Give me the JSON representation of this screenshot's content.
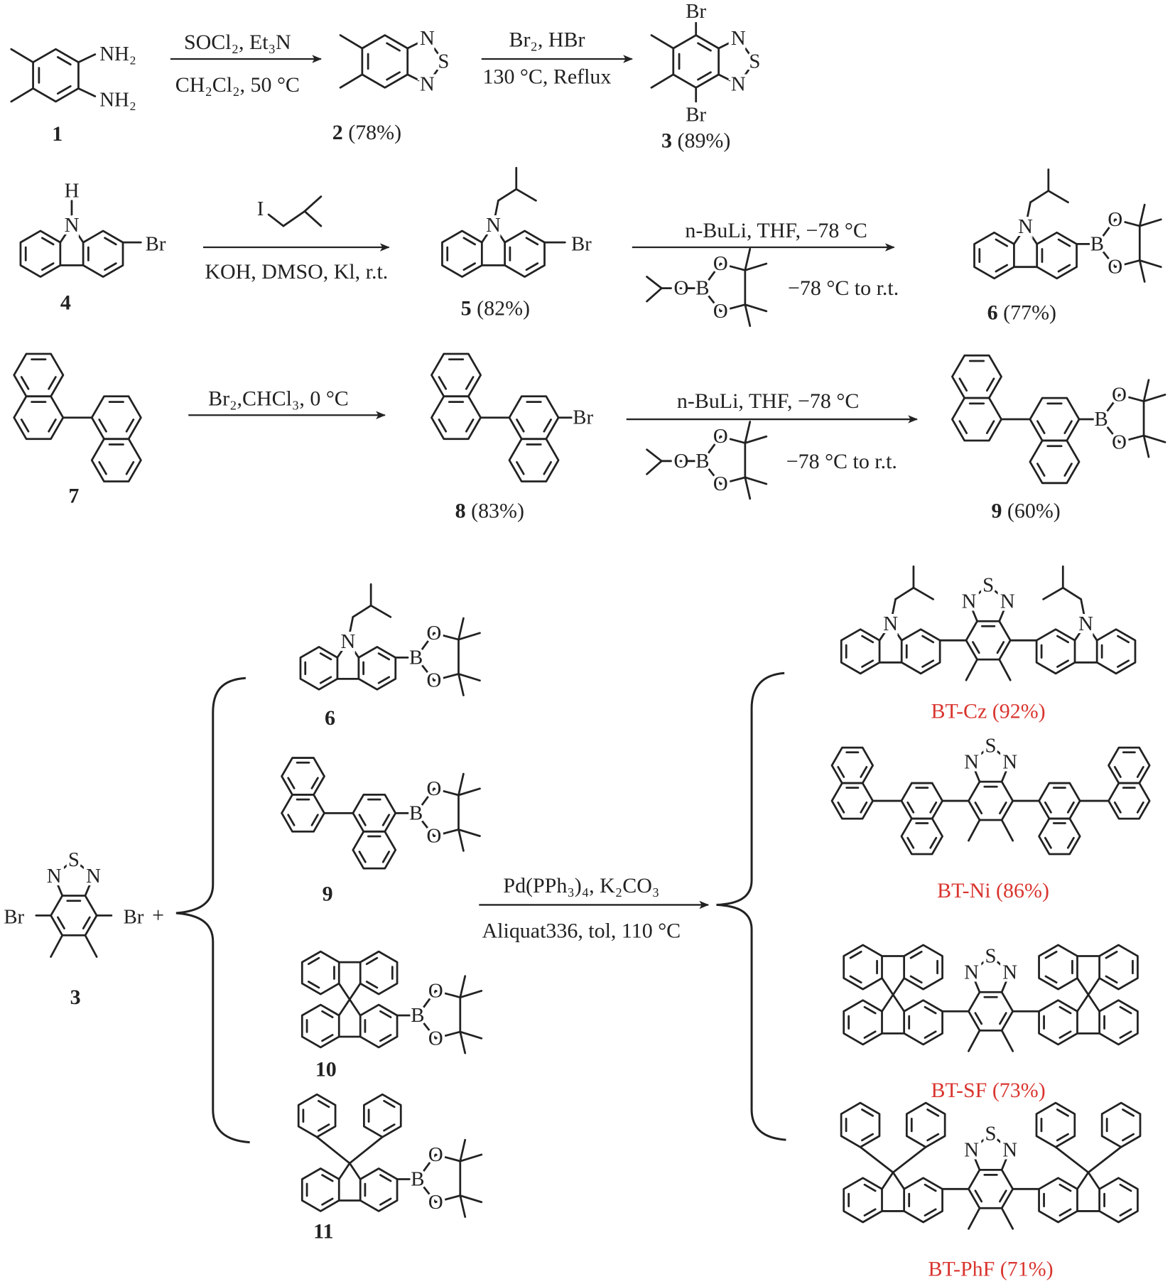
{
  "atoms": {
    "N": "N",
    "S": "S",
    "Br": "Br",
    "O": "O",
    "B": "B",
    "H": "H",
    "I": "I"
  },
  "groups": {
    "NH2": "NH₂"
  },
  "plus": "+",
  "compounds": {
    "c1": {
      "num": "1",
      "yield": ""
    },
    "c2": {
      "num": "2",
      "yield": " (78%)"
    },
    "c3": {
      "num": "3",
      "yield": " (89%)"
    },
    "c4": {
      "num": "4",
      "yield": ""
    },
    "c5": {
      "num": "5",
      "yield": " (82%)"
    },
    "c6": {
      "num": "6",
      "yield": " (77%)"
    },
    "c7": {
      "num": "7",
      "yield": ""
    },
    "c8": {
      "num": "8",
      "yield": " (83%)"
    },
    "c9": {
      "num": "9",
      "yield": " (60%)"
    }
  },
  "bottom_labels": {
    "c3": "3",
    "c6": "6",
    "c9": "9",
    "c10": "10",
    "c11": "11"
  },
  "reagents": {
    "r1_above": "SOCl₂, Et₃N",
    "r1_below": "CH₂Cl₂, 50 °C",
    "r2_above": "Br₂, HBr",
    "r2_below": "130 °C, Reflux",
    "r3_below": "KOH, DMSO, Kl, r.t.",
    "r4_above": "n-BuLi, THF, −78 °C",
    "r4_below": "−78 °C to r.t.",
    "r5_above": "Br₂,CHCl₃, 0 °C",
    "r6_above": "n-BuLi, THF, −78 °C",
    "r6_below": "−78 °C to r.t.",
    "r7_above": "Pd(PPh₃)₄, K₂CO₃",
    "r7_below": "Aliquat336, tol, 110 °C"
  },
  "products": [
    {
      "label": "BT-Cz (92%)"
    },
    {
      "label": "BT-Ni (86%)"
    },
    {
      "label": "BT-SF (73%)"
    },
    {
      "label": "BT-PhF (71%)"
    }
  ],
  "colors": {
    "product_label": "#d9352f",
    "ink": "#222222"
  }
}
